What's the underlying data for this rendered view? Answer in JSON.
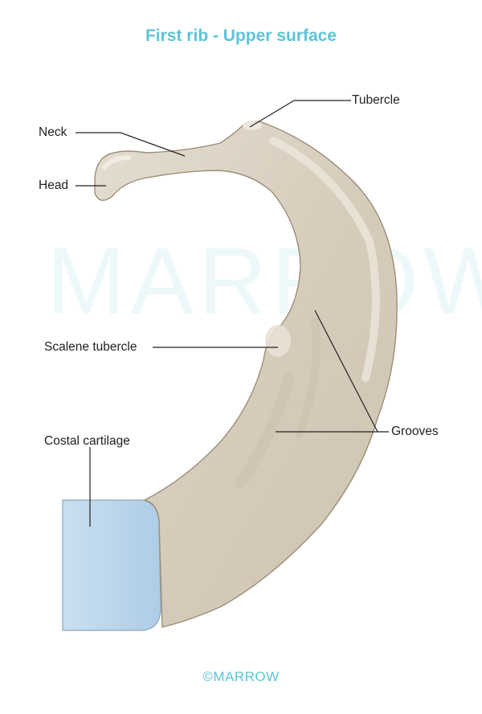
{
  "title": "First rib - Upper surface",
  "watermark": "MARROW",
  "footer": "©MARROW",
  "labels": {
    "tubercle": "Tubercle",
    "neck": "Neck",
    "head": "Head",
    "scalene_tubercle": "Scalene tubercle",
    "grooves": "Grooves",
    "costal_cartilage": "Costal cartilage"
  },
  "colors": {
    "title": "#5bc4d7",
    "bone": "#d8cfc0",
    "bone_outline": "#9a8e78",
    "cartilage": "#bcd6ea",
    "leader_line": "#222222"
  }
}
